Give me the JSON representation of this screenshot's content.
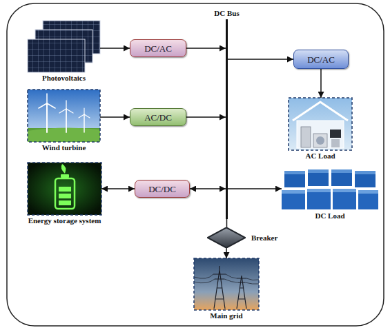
{
  "diagram": {
    "nodes": [
      {
        "text": [
          "DC Bus"
        ]
      },
      {
        "text": [
          "Photovoltaics"
        ]
      },
      {
        "text": [
          "DC/AC"
        ]
      },
      {
        "text": [
          "DC/AC"
        ]
      },
      {
        "text": [
          "Wind turbine"
        ]
      },
      {
        "text": [
          "AC/DC"
        ]
      },
      {
        "text": [
          "AC Load"
        ]
      },
      {
        "text": [
          "Energy storage system"
        ]
      },
      {
        "text": [
          "DC/DC"
        ]
      },
      {
        "text": [
          "DC Load"
        ]
      },
      {
        "text": [
          "Breaker"
        ]
      },
      {
        "text": [
          "Main grid"
        ]
      }
    ],
    "edges": [
      {
        "from": 1,
        "to": 2,
        "arrow": "to"
      },
      {
        "from": 2,
        "to": 0,
        "arrow": "to"
      },
      {
        "from": 0,
        "to": 3,
        "arrow": "to"
      },
      {
        "from": 3,
        "to": 6,
        "arrow": "to"
      },
      {
        "from": 4,
        "to": 5,
        "arrow": "to"
      },
      {
        "from": 5,
        "to": 0,
        "arrow": "to"
      },
      {
        "from": 7,
        "to": 8,
        "arrow": "both"
      },
      {
        "from": 8,
        "to": 0,
        "arrow": "both"
      },
      {
        "from": 0,
        "to": 9,
        "arrow": "to"
      },
      {
        "from": 0,
        "to": 10,
        "arrow": "none"
      },
      {
        "from": 10,
        "to": 11,
        "arrow": "to"
      }
    ]
  }
}
